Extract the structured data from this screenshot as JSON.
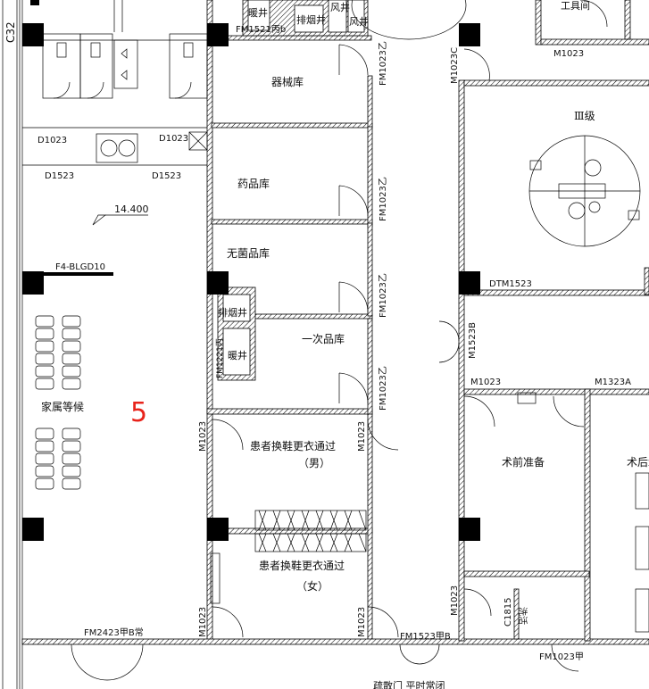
{
  "colors": {
    "ink": "#000000",
    "zone_number": "#e8231b",
    "paper": "#ffffff"
  },
  "axis": {
    "label": "C32"
  },
  "zone": {
    "number": "5"
  },
  "elevation": {
    "value": "14.400"
  },
  "rooms": {
    "heating_well_top": "暖井",
    "smoke_well_top": "排烟井",
    "wind_well": "风井",
    "wind_well_2": "风井",
    "tool_room": "工具间",
    "equipment_store": "器械库",
    "drug_store": "药品库",
    "sterile_store": "无菌品库",
    "smoke_well": "排烟井",
    "heating_well": "暖井",
    "disposable_store": "一次品库",
    "grade_three": "Ⅲ级",
    "family_waiting": "家属等候",
    "change_male_1": "患者换鞋更衣通过",
    "change_male_2": "（男）",
    "change_female_1": "患者换鞋更衣通过",
    "change_female_2": "（女）",
    "pre_op": "术前准备",
    "post_op": "术后f",
    "washing": "洗活"
  },
  "door_tags": {
    "fm1521": "FM1521丙b",
    "m1023_tr": "M1023",
    "d1023_a": "D1023",
    "d1023_b": "D1023",
    "d1523_a": "D1523",
    "d1523_b": "D1523",
    "fm1023z_1": "FM1023乙",
    "m1023c": "M1023C",
    "fm1023z_2": "FM1023乙",
    "f4_blgd": "F4-BLGD10",
    "fm1023z_3": "FM1023乙",
    "dtm1523": "DTM1523",
    "fm1221": "FM1221丙",
    "m1523b": "M1523B",
    "fm1023z_4": "FM1023乙",
    "m1023_a": "M1023",
    "m1323a": "M1323A",
    "m1023_l1": "M1023",
    "m1023_r1": "M1023",
    "m1023_l2": "M1023",
    "m1023_r2": "M1023",
    "m1023_r3": "M1023",
    "c1815": "C1815",
    "fm2423": "FM2423甲B常",
    "fm1523": "FM1523甲B",
    "fm1023j": "FM1023甲",
    "bottom_text": "疏散门 平时常闭"
  }
}
